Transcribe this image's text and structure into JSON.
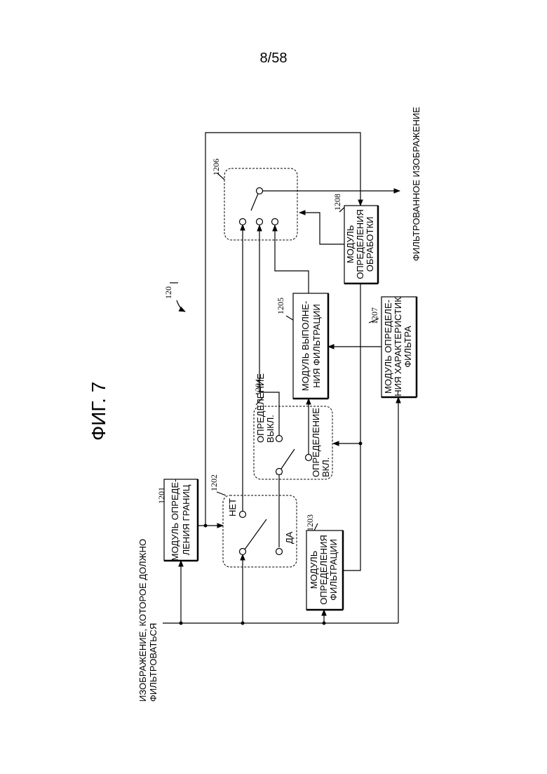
{
  "page_number": "8/58",
  "figure_title": "ФИГ. 7",
  "diagram_ref": "120",
  "input_label": [
    "ИЗОБРАЖЕНИЕ, КОТОРОЕ ДОЛЖНО",
    "ФИЛЬТРОВАТЬСЯ"
  ],
  "output_label": "ФИЛЬТРОВАННОЕ ИЗОБРАЖЕНИЕ",
  "blocks": {
    "b1201": {
      "ref": "1201",
      "lines": [
        "МОДУЛЬ ОПРЕДЕ-",
        "ЛЕНИЯ ГРАНИЦ"
      ]
    },
    "b1202": {
      "ref": "1202",
      "no_label": "НЕТ",
      "yes_label": "ДА"
    },
    "b1203": {
      "ref": "1203",
      "lines": [
        "МОДУЛЬ",
        "ОПРЕДЕЛЕНИЯ",
        "ФИЛЬТРАЦИИ"
      ]
    },
    "b1204": {
      "ref": "1204",
      "off_lines": [
        "ОПРЕДЕЛЕНИЕ",
        "ВЫКЛ."
      ],
      "on_lines": [
        "ОПРЕДЕЛЕНИЕ",
        "ВКЛ."
      ]
    },
    "b1205": {
      "ref": "1205",
      "lines": [
        "МОДУЛЬ ВЫПОЛНЕ-",
        "НИЯ ФИЛЬТРАЦИИ"
      ]
    },
    "b1206": {
      "ref": "1206"
    },
    "b1207": {
      "ref": "1207",
      "lines": [
        "МОДУЛЬ ОПРЕДЕЛЕ-",
        "НИЯ ХАРАКТЕРИСТИК",
        "ФИЛЬТРА"
      ]
    },
    "b1208": {
      "ref": "1208",
      "lines": [
        "МОДУЛЬ",
        "ОПРЕДЕЛЕНИЯ",
        "ОБРАБОТКИ"
      ]
    }
  }
}
